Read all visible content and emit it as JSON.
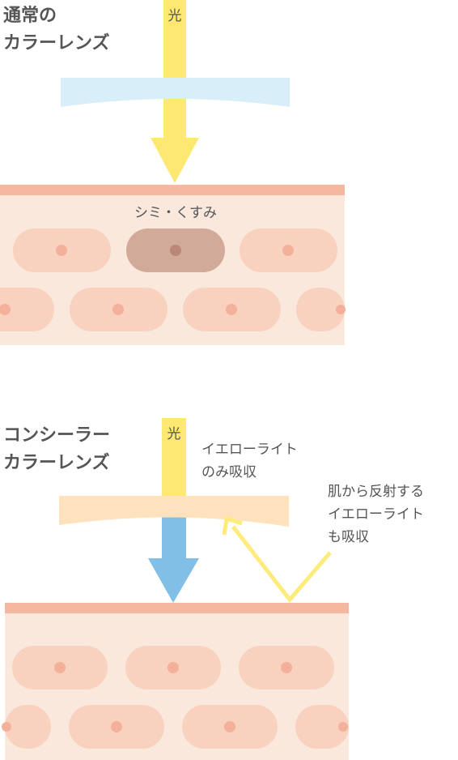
{
  "panel_top": {
    "title_lines": [
      "通常の",
      "カラーレンズ"
    ],
    "light_label": "光",
    "spot_label": "シミ・くすみ"
  },
  "panel_bottom": {
    "title_lines": [
      "コンシーラー",
      "カラーレンズ"
    ],
    "light_label": "光",
    "absorb_label_lines": [
      "イエローライト",
      "のみ吸収"
    ],
    "reflect_label_lines": [
      "肌から反射する",
      "イエローライト",
      "も吸収"
    ]
  },
  "colors": {
    "text": "#555555",
    "light_yellow": "#fde972",
    "light_blue": "#82bfe6",
    "lens_blue": "#d8eef8",
    "lens_peach": "#fde2bd",
    "skin_bg": "#fbe8dd",
    "skin_top": "#f4b7a0",
    "cell": "#f8d2bf",
    "cell_dot": "#f3b09b",
    "spot": "#d2aa9a",
    "spot_dot": "#b98878"
  }
}
